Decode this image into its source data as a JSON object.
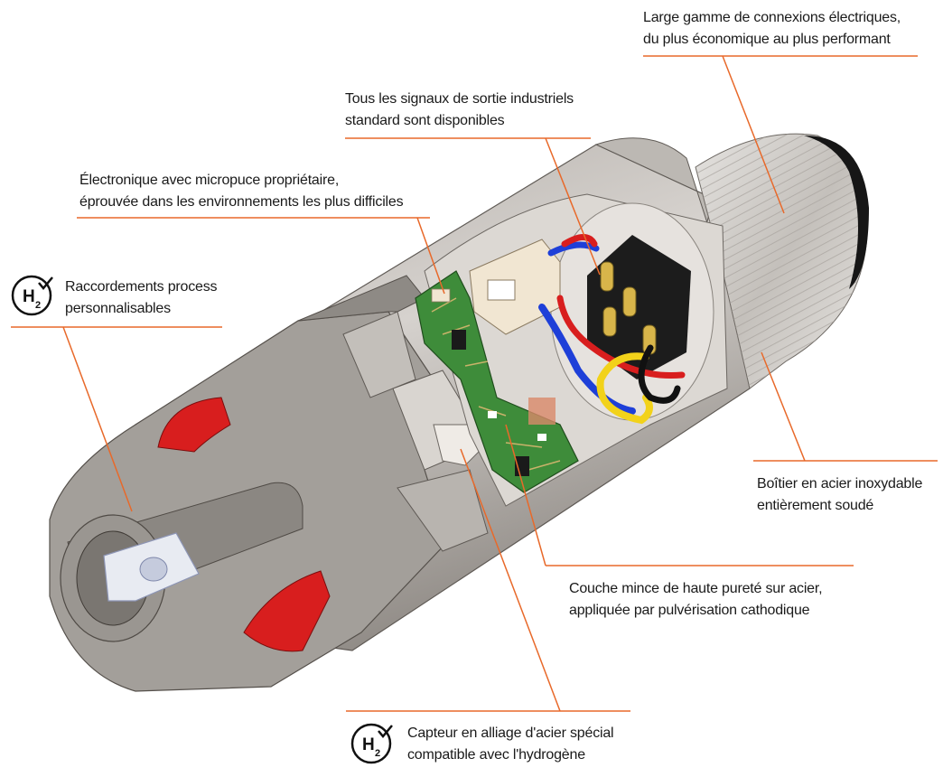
{
  "callouts": {
    "electrical_connections": {
      "line1": "Large gamme de connexions électriques,",
      "line2": "du plus économique au plus performant"
    },
    "output_signals": {
      "line1": "Tous les signaux de sortie industriels",
      "line2": "standard sont disponibles"
    },
    "electronics": {
      "line1": "Électronique avec micropuce propriétaire,",
      "line2": "éprouvée dans les environnements les plus difficiles"
    },
    "process_connections": {
      "line1": "Raccordements process",
      "line2": "personnalisables"
    },
    "housing": {
      "line1": "Boîtier en acier inoxydable",
      "line2": "entièrement soudé"
    },
    "thin_film": {
      "line1": "Couche mince de haute pureté sur acier,",
      "line2": "appliquée par pulvérisation cathodique"
    },
    "sensor_alloy": {
      "line1": "Capteur en alliage d'acier spécial",
      "line2": "compatible avec l'hydrogène"
    }
  },
  "badges": {
    "h2_symbol": "H",
    "h2_subscript": "2"
  },
  "colors": {
    "leader_line": "#e8692a",
    "steel_light": "#c9c6c2",
    "steel_mid": "#a9a5a0",
    "steel_dark": "#7d7873",
    "seal_red": "#d81e1e",
    "pcb_green": "#3e8c3a",
    "wire_blue": "#1e3fd8",
    "wire_red": "#d81e1e",
    "wire_yellow": "#f2d21a",
    "wire_black": "#111111",
    "connector_beige": "#f1e6d2"
  }
}
